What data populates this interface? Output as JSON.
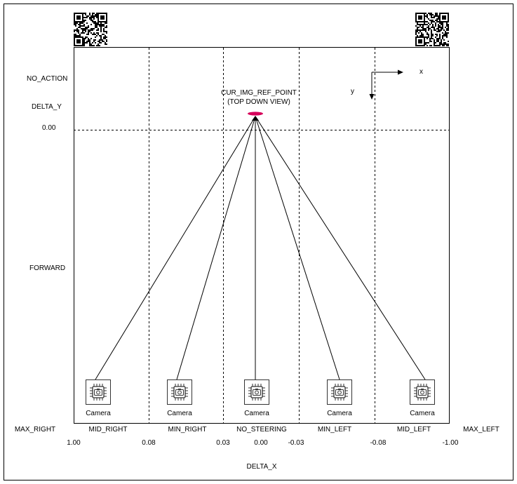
{
  "top_left_code": "qr-code",
  "top_right_code": "qr-code",
  "axes_hint": {
    "x_label": "x",
    "y_label": "y"
  },
  "ref_point": {
    "line1": "CUR_IMG_REF_POINT",
    "line2": "(TOP DOWN VIEW)",
    "marker_color": "#d6005a"
  },
  "left_labels": {
    "no_action": "NO_ACTION",
    "delta_y": "DELTA_Y",
    "zero": "0.00",
    "forward": "FORWARD"
  },
  "cameras": [
    {
      "label": "Camera",
      "icon": "camera-chip-icon"
    },
    {
      "label": "Camera",
      "icon": "camera-chip-icon"
    },
    {
      "label": "Camera",
      "icon": "camera-chip-icon"
    },
    {
      "label": "Camera",
      "icon": "camera-chip-icon"
    },
    {
      "label": "Camera",
      "icon": "camera-chip-icon"
    }
  ],
  "steering_labels": [
    "MAX_RIGHT",
    "MID_RIGHT",
    "MIN_RIGHT",
    "NO_STEERING",
    "MIN_LEFT",
    "MID_LEFT",
    "MAX_LEFT"
  ],
  "delta_values": [
    "1.00",
    "0.08",
    "0.03",
    "0.00",
    "-0.03",
    "-0.08",
    "-1.00"
  ],
  "bottom_label": "DELTA_X"
}
